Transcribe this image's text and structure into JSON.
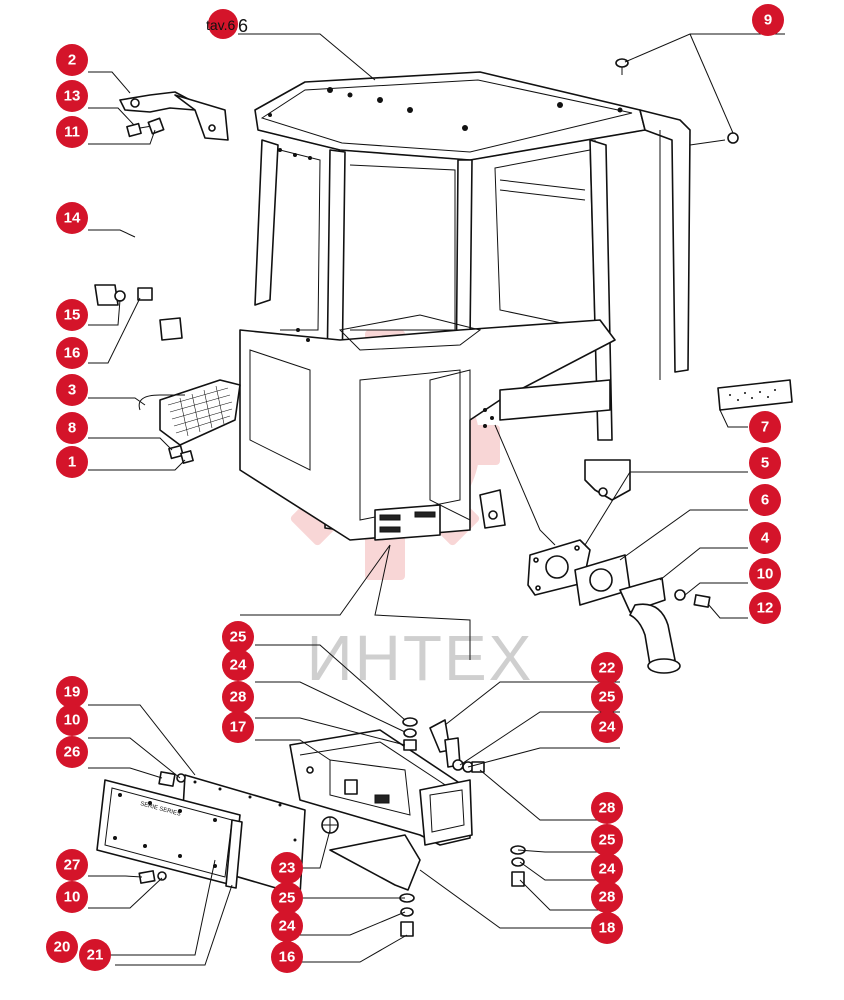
{
  "page_label": "tav.6",
  "page_label_suffix": "6",
  "watermark_text": "ИНТЕХ",
  "colors": {
    "callout": "#d4142a",
    "line": "#111111",
    "watermark": "#f3b6b6"
  },
  "callouts": [
    "2",
    "13",
    "11",
    "14",
    "15",
    "16",
    "3",
    "8",
    "1",
    "9",
    "7",
    "5",
    "6",
    "4",
    "10",
    "12",
    "25",
    "24",
    "28",
    "17",
    "22",
    "25",
    "24",
    "19",
    "10",
    "26",
    "28",
    "25",
    "24",
    "28",
    "27",
    "10",
    "23",
    "25",
    "24",
    "18",
    "16",
    "20",
    "21"
  ]
}
